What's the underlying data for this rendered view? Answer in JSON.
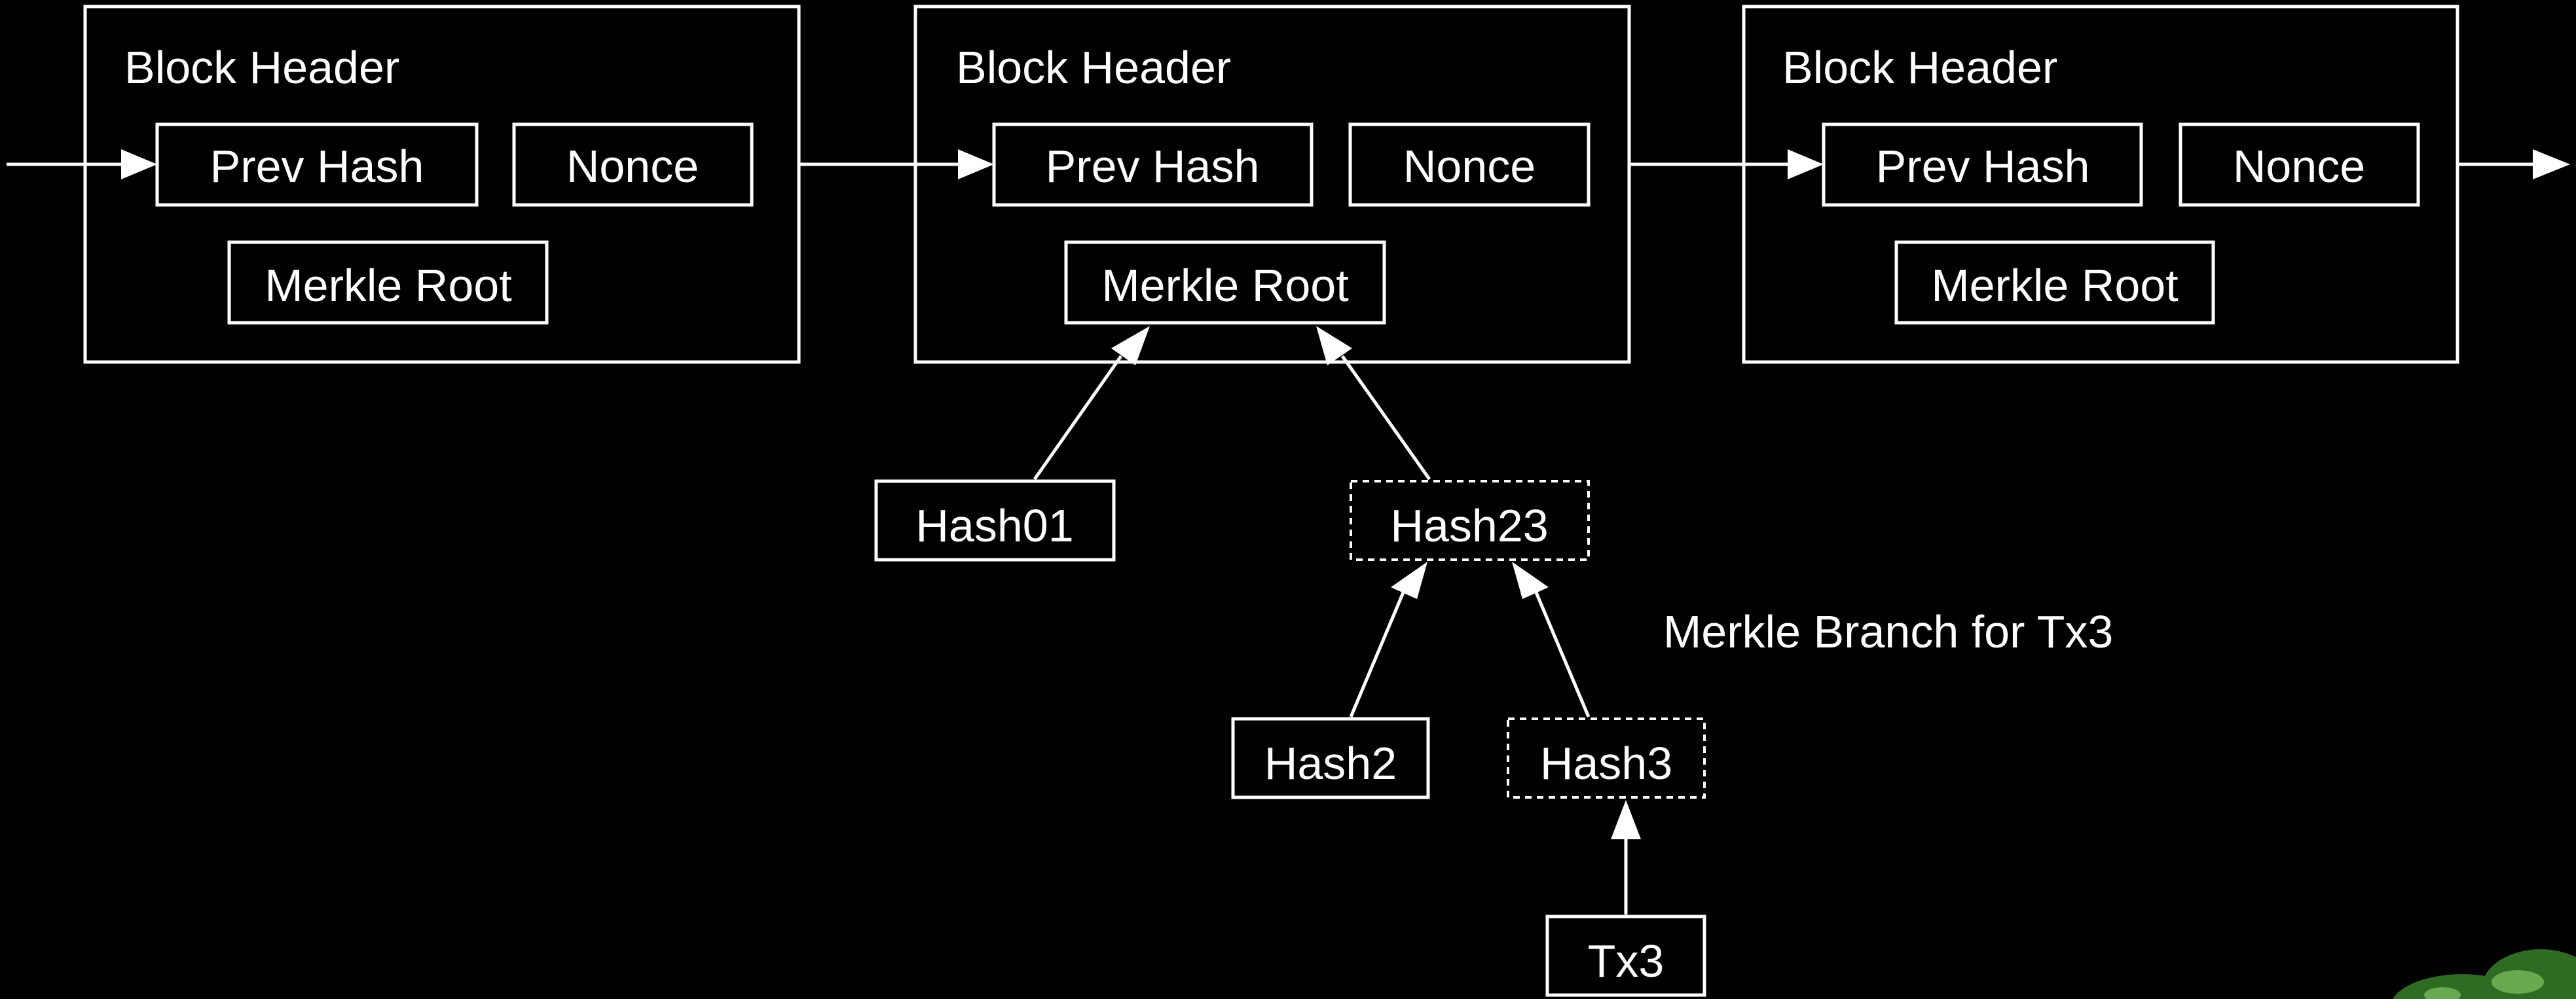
{
  "blocks": [
    {
      "header_label": "Block Header",
      "prev_hash_label": "Prev Hash",
      "nonce_label": "Nonce",
      "merkle_root_label": "Merkle Root"
    },
    {
      "header_label": "Block Header",
      "prev_hash_label": "Prev Hash",
      "nonce_label": "Nonce",
      "merkle_root_label": "Merkle Root"
    },
    {
      "header_label": "Block Header",
      "prev_hash_label": "Prev Hash",
      "nonce_label": "Nonce",
      "merkle_root_label": "Merkle Root"
    }
  ],
  "merkle_tree": {
    "hash01_label": "Hash01",
    "hash23_label": "Hash23",
    "hash2_label": "Hash2",
    "hash3_label": "Hash3",
    "tx3_label": "Tx3",
    "branch_caption": "Merkle Branch for Tx3"
  },
  "colors": {
    "background": "#000000",
    "foreground": "#ffffff",
    "tree_foliage": "#2f6b22"
  },
  "icons": {
    "corner_decoration": "tree-foliage-icon"
  }
}
